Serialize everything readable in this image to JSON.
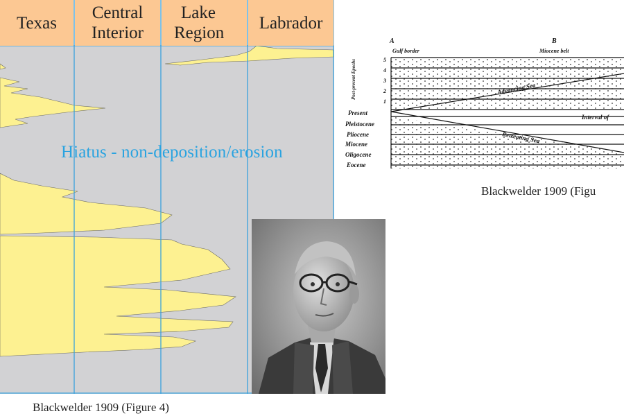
{
  "chart": {
    "columns": [
      {
        "label": "Texas"
      },
      {
        "label": "Central Interior"
      },
      {
        "label": "Lake Region"
      },
      {
        "label": "Labrador"
      }
    ],
    "hiatus_label": "Hiatus - non-deposition/erosion",
    "colors": {
      "header": "#fcc893",
      "background": "#d2d2d4",
      "deposit": "#fdf191",
      "rule": "#3aa2dd",
      "hiatus_text": "#29a3e0"
    }
  },
  "caption_left": "Blackwelder 1909 (Figure 4)",
  "caption_right": "Blackwelder 1909 (Figu",
  "figure": {
    "point_a": "A",
    "point_b": "B",
    "gulf_border": "Gulf border",
    "miocene_belt": "Miocene belt",
    "axis_title": "Post-present Epochs",
    "epoch_numbers": [
      "5",
      "4",
      "3",
      "2",
      "1"
    ],
    "epochs": [
      "Present",
      "Pleistocene",
      "Pliocene",
      "Miocene",
      "Oligocene",
      "Eocene"
    ],
    "advancing": "Advancing Sea",
    "retreating": "Retreating Sea",
    "interval": "Interval of"
  },
  "portrait": {
    "icon": "person-portrait-photo"
  }
}
